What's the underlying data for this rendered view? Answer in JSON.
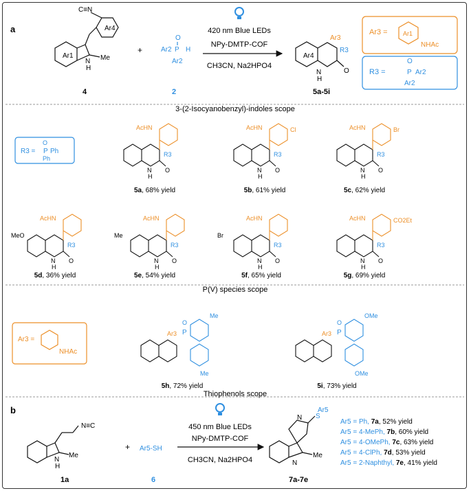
{
  "panel_a": {
    "label": "a",
    "reactant_1": {
      "number": "4",
      "ar4": "Ar4",
      "ar1": "Ar1",
      "me": "Me",
      "nh": "N\nH"
    },
    "plus": "+",
    "reactant_2": {
      "number": "2",
      "formula_ar2a": "Ar2",
      "formula_p": "P",
      "formula_h": "H",
      "formula_ar2b": "Ar2",
      "o": "O"
    },
    "conditions": {
      "light": "420 nm Blue LEDs",
      "catalyst": "NPy-DMTP-COF",
      "solvent": "CH3CN, Na2HPO4"
    },
    "product": {
      "number": "5a-5i",
      "ar3": "Ar3",
      "r3": "R3",
      "ar4": "Ar4",
      "nh": "N H",
      "o": "O"
    },
    "definition_ar3": {
      "lhs": "Ar3 =",
      "ar1": "Ar1",
      "nhac": "NHAc"
    },
    "definition_r3": {
      "lhs": "R3 =",
      "ar2": "Ar2",
      "p": "P",
      "o": "O"
    }
  },
  "section_indoles": {
    "header": "3-(2-Isocyanobenzyl)-indoles scope",
    "r3_box": {
      "lhs": "R3 =",
      "ph": "Ph",
      "p": "P",
      "o": "O"
    },
    "compounds": [
      {
        "id": "5a",
        "yield": ", 68% yield",
        "subst": ""
      },
      {
        "id": "5b",
        "yield": ", 61% yield",
        "subst": "Cl"
      },
      {
        "id": "5c",
        "yield": ", 62% yield",
        "subst": "Br"
      },
      {
        "id": "5d",
        "yield": ", 36% yield",
        "subst": "MeO"
      },
      {
        "id": "5e",
        "yield": ", 54% yield",
        "subst": "Me"
      },
      {
        "id": "5f",
        "yield": ", 65% yield",
        "subst": "Br"
      },
      {
        "id": "5g",
        "yield": ", 69% yield",
        "subst": "CO2Et"
      }
    ],
    "common": {
      "achn": "AcHN",
      "r3": "R3",
      "n": "N",
      "h": "H",
      "o": "O",
      "me": "Me"
    }
  },
  "section_pv": {
    "header": "P(V) species scope",
    "ar3_box": {
      "lhs": "Ar3 =",
      "nhac": "NHAc"
    },
    "compounds": [
      {
        "id": "5h",
        "yield": ", 72% yield",
        "subst": "Me"
      },
      {
        "id": "5i",
        "yield": ", 73% yield",
        "subst": "OMe"
      }
    ],
    "common": {
      "ar3": "Ar3",
      "p": "P",
      "o": "O"
    }
  },
  "section_thiophenols": {
    "header": "Thiophenols scope"
  },
  "panel_b": {
    "label": "b",
    "reactant_1": {
      "number": "1a",
      "me": "Me",
      "n": "N",
      "h": "H"
    },
    "plus": "+",
    "reactant_2": {
      "number": "6",
      "formula": "Ar5-SH"
    },
    "conditions": {
      "light": "450 nm Blue LEDs",
      "catalyst": "NPy-DMTP-COF",
      "solvent": "CH3CN, Na2HPO4"
    },
    "product": {
      "number": "7a-7e",
      "ar5": "Ar5",
      "s": "S",
      "me": "Me",
      "n": "N"
    },
    "results": [
      {
        "ar5": "Ar5 = Ph,",
        "id": "7a",
        "yield": ", 52% yield"
      },
      {
        "ar5": "Ar5 = 4-MePh,",
        "id": "7b",
        "yield": ", 60% yield"
      },
      {
        "ar5": "Ar5 = 4-OMePh,",
        "id": "7c",
        "yield": ", 63% yield"
      },
      {
        "ar5": "Ar5 = 4-ClPh,",
        "id": "7d",
        "yield": ", 53% yield"
      },
      {
        "ar5": "Ar5 = 2-Naphthyl,",
        "id": "7e",
        "yield": ", 41% yield"
      }
    ]
  },
  "colors": {
    "orange": "#ec8f28",
    "blue": "#2f8fe0",
    "dark": "#111111"
  }
}
